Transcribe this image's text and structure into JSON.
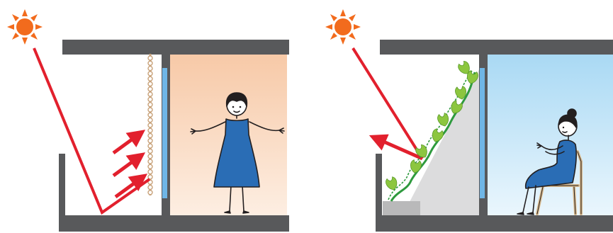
{
  "scenes": [
    {
      "id": "sun-screen-scene",
      "shade": "hanging-blind",
      "person": "standing",
      "room_color": "warm"
    },
    {
      "id": "green-curtain-scene",
      "shade": "climbing-vine",
      "person": "sitting",
      "room_color": "cool"
    }
  ],
  "colors": {
    "sun": "#f26b1d",
    "ray": "#e2202d",
    "wall": "#58595b",
    "glass": "#6fb6e6",
    "warm_room": "#f6c3a0",
    "cool_room": "#aedcf5",
    "dress": "#2a6db5",
    "leaf": "#8cc63f",
    "vine": "#2e9a3e",
    "slope": "#dcdcdd",
    "planter": "#b9b9ba",
    "bead": "#c8a27a"
  },
  "icons": [
    "sun-icon",
    "ray-arrow",
    "window-glass",
    "person-standing",
    "person-sitting",
    "leaf-icon",
    "chair-icon"
  ]
}
